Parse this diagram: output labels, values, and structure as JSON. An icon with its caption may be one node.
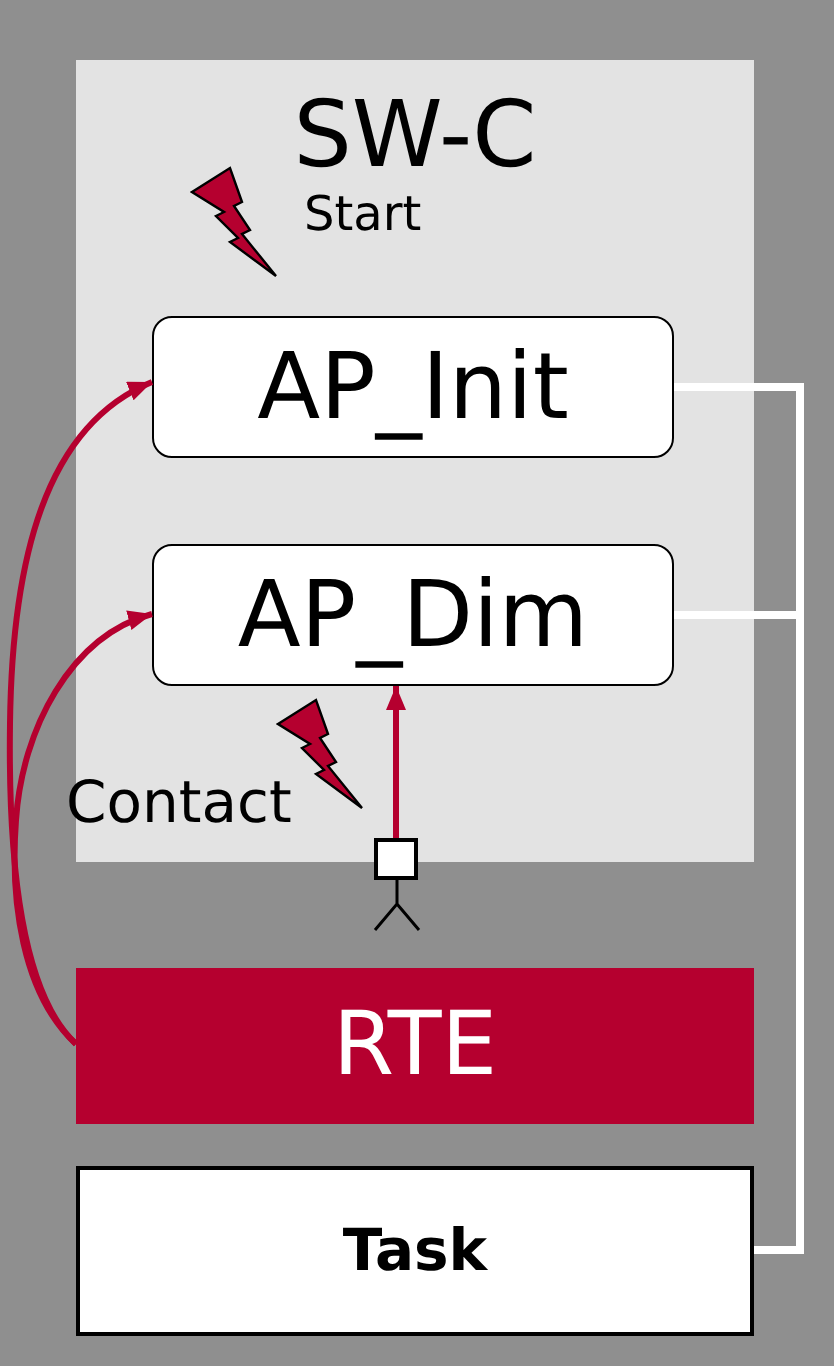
{
  "diagram": {
    "nodes": [
      {
        "text": [
          "SW-C"
        ]
      },
      {
        "text": [
          "AP_Init"
        ],
        "in": 0
      },
      {
        "text": [
          "AP_Dim"
        ],
        "in": 0
      },
      {
        "text": [],
        "shape": "box"
      },
      {
        "text": [
          "RTE"
        ]
      },
      {
        "text": [
          "Task"
        ]
      }
    ],
    "edges": [
      {
        "from": 4,
        "to": 1,
        "arrow": "to"
      },
      {
        "from": 4,
        "to": 2,
        "arrow": "to"
      },
      {
        "from": 3,
        "to": 2,
        "arrow": "to"
      },
      {
        "from": 1,
        "to": 5,
        "arrow": "none",
        "color": "#ffffff"
      },
      {
        "from": 2,
        "to": 5,
        "arrow": "none",
        "color": "#ffffff"
      }
    ],
    "labels": [
      "Start",
      "Contact"
    ]
  }
}
